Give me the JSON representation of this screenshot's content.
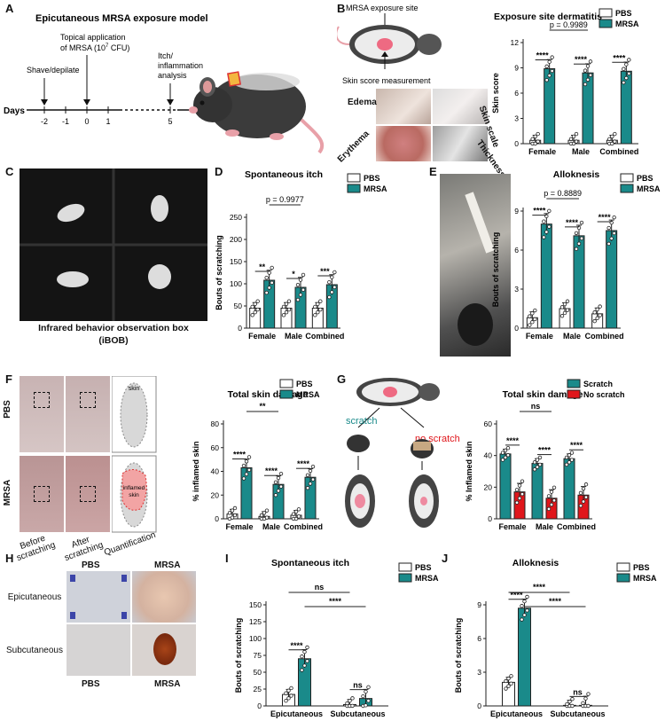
{
  "colors": {
    "mrsa": "#1a8a8a",
    "pbs": "#ffffff",
    "noscratch": "#e0161b",
    "scratch": "#1a8a8a",
    "stroke": "#222222"
  },
  "labels": {
    "A": "A",
    "B": "B",
    "C": "C",
    "D": "D",
    "E": "E",
    "F": "F",
    "G": "G",
    "H": "H",
    "I": "I",
    "J": "J"
  },
  "panelA": {
    "title": "Epicutaneous MRSA exposure model",
    "shave": "Shave/depilate",
    "topical": "Topical application",
    "topical2": "of MRSA (10",
    "exp": "7",
    "cfu": " CFU)",
    "itch": "Itch/",
    "itch2": "inflammation",
    "itch3": "analysis",
    "days": "Days",
    "ticks": [
      "-2",
      "-1",
      "0",
      "1",
      "5"
    ]
  },
  "panelB": {
    "exposure_site": "MRSA exposure site",
    "skin_score_measurement": "Skin score measurement",
    "edema": "Edema",
    "skin_scale": "Skin scale",
    "erythema": "Erythema",
    "thickness": "Thickness"
  },
  "panelC": {
    "caption1": "Infrared behavior observation box",
    "caption2": "(iBOB)"
  },
  "panelF": {
    "pbs": "PBS",
    "mrsa": "MRSA",
    "skin": "skin",
    "inflamed1": "inflamed",
    "inflamed2": "skin",
    "before": "Before",
    "before2": "scratching",
    "after": "After",
    "after2": "scratching",
    "quant": "Quantification"
  },
  "panelG": {
    "scratch": "scratch",
    "noscratch": "no scratch"
  },
  "panelH": {
    "pbs_top": "PBS",
    "mrsa_top": "MRSA",
    "epi": "Epicutaneous",
    "sub": "Subcutaneous",
    "pbs_bot": "PBS",
    "mrsa_bot": "MRSA"
  },
  "chart_data": [
    {
      "id": "B",
      "type": "bar",
      "title": "Exposure site dermatitis",
      "ylabel": "Skin score",
      "categories": [
        "Female",
        "Male",
        "Combined"
      ],
      "ylim": [
        0,
        12
      ],
      "yticks": [
        "0",
        "3",
        "6",
        "9",
        "12"
      ],
      "legend": [
        "PBS",
        "MRSA"
      ],
      "series": [
        {
          "name": "PBS",
          "values": [
            0.4,
            0.4,
            0.4
          ]
        },
        {
          "name": "MRSA",
          "values": [
            8.9,
            8.4,
            8.6
          ]
        }
      ],
      "stars": [
        "****",
        "****",
        "****"
      ],
      "bracket": "p = 0.9989"
    },
    {
      "id": "D",
      "type": "bar",
      "title": "Spontaneous itch",
      "ylabel": "Bouts of scratching",
      "categories": [
        "Female",
        "Male",
        "Combined"
      ],
      "ylim": [
        0,
        250
      ],
      "yticks": [
        "0",
        "50",
        "100",
        "150",
        "200",
        "250"
      ],
      "legend": [
        "PBS",
        "MRSA"
      ],
      "series": [
        {
          "name": "PBS",
          "values": [
            45,
            45,
            45
          ]
        },
        {
          "name": "MRSA",
          "values": [
            108,
            92,
            98
          ]
        }
      ],
      "stars": [
        "**",
        "*",
        "***"
      ],
      "bracket": "p = 0.9977"
    },
    {
      "id": "E",
      "type": "bar",
      "title": "Alloknesis",
      "ylabel": "Bouts of scratching",
      "categories": [
        "Female",
        "Male",
        "Combined"
      ],
      "ylim": [
        0,
        9
      ],
      "yticks": [
        "0",
        "3",
        "6",
        "9"
      ],
      "legend": [
        "PBS",
        "MRSA"
      ],
      "series": [
        {
          "name": "PBS",
          "values": [
            0.8,
            1.5,
            1.1
          ]
        },
        {
          "name": "MRSA",
          "values": [
            8.0,
            7.1,
            7.5
          ]
        }
      ],
      "stars": [
        "****",
        "****",
        "****"
      ],
      "bracket": "p = 0.8889"
    },
    {
      "id": "F",
      "type": "bar",
      "title": "Total skin damage",
      "ylabel": "% inflamed skin",
      "categories": [
        "Female",
        "Male",
        "Combined"
      ],
      "ylim": [
        0,
        80
      ],
      "yticks": [
        "0",
        "20",
        "40",
        "60",
        "80"
      ],
      "legend": [
        "PBS",
        "MRSA"
      ],
      "series": [
        {
          "name": "PBS",
          "values": [
            4,
            2,
            3
          ]
        },
        {
          "name": "MRSA",
          "values": [
            43,
            29,
            35
          ]
        }
      ],
      "stars": [
        "****",
        "****",
        "****"
      ],
      "bracket": "**"
    },
    {
      "id": "G",
      "type": "bar",
      "title": "Total skin damage",
      "ylabel": "% Inflamed skin",
      "categories": [
        "Female",
        "Male",
        "Combined"
      ],
      "ylim": [
        0,
        60
      ],
      "yticks": [
        "0",
        "20",
        "40",
        "60"
      ],
      "legend": [
        "Scratch",
        "No scratch"
      ],
      "series": [
        {
          "name": "Scratch",
          "values": [
            41,
            35,
            38
          ]
        },
        {
          "name": "No scratch",
          "values": [
            17,
            13,
            15
          ]
        }
      ],
      "stars": [
        "****",
        "****",
        "****"
      ],
      "bracket": "ns"
    },
    {
      "id": "I",
      "type": "bar",
      "title": "Spontaneous itch",
      "ylabel": "Bouts of scratching",
      "categories": [
        "Epicutaneous",
        "Subcutaneous"
      ],
      "ylim": [
        0,
        150
      ],
      "yticks": [
        "0",
        "25",
        "50",
        "75",
        "100",
        "125",
        "150"
      ],
      "legend": [
        "PBS",
        "MRSA"
      ],
      "series": [
        {
          "name": "PBS",
          "values": [
            17,
            2
          ]
        },
        {
          "name": "MRSA",
          "values": [
            70,
            11
          ]
        }
      ],
      "stars": [
        "****",
        "ns"
      ],
      "cross": "****",
      "bracket": "ns"
    },
    {
      "id": "J",
      "type": "bar",
      "title": "Alloknesis",
      "ylabel": "Bouts of scratching",
      "categories": [
        "Epicutaneous",
        "Subcutaneous"
      ],
      "ylim": [
        0,
        9
      ],
      "yticks": [
        "0",
        "3",
        "6",
        "9"
      ],
      "legend": [
        "PBS",
        "MRSA"
      ],
      "series": [
        {
          "name": "PBS",
          "values": [
            2.1,
            0.05
          ]
        },
        {
          "name": "MRSA",
          "values": [
            8.7,
            0.05
          ]
        }
      ],
      "stars": [
        "****",
        "ns"
      ],
      "cross": "****",
      "bracket": "****"
    }
  ]
}
